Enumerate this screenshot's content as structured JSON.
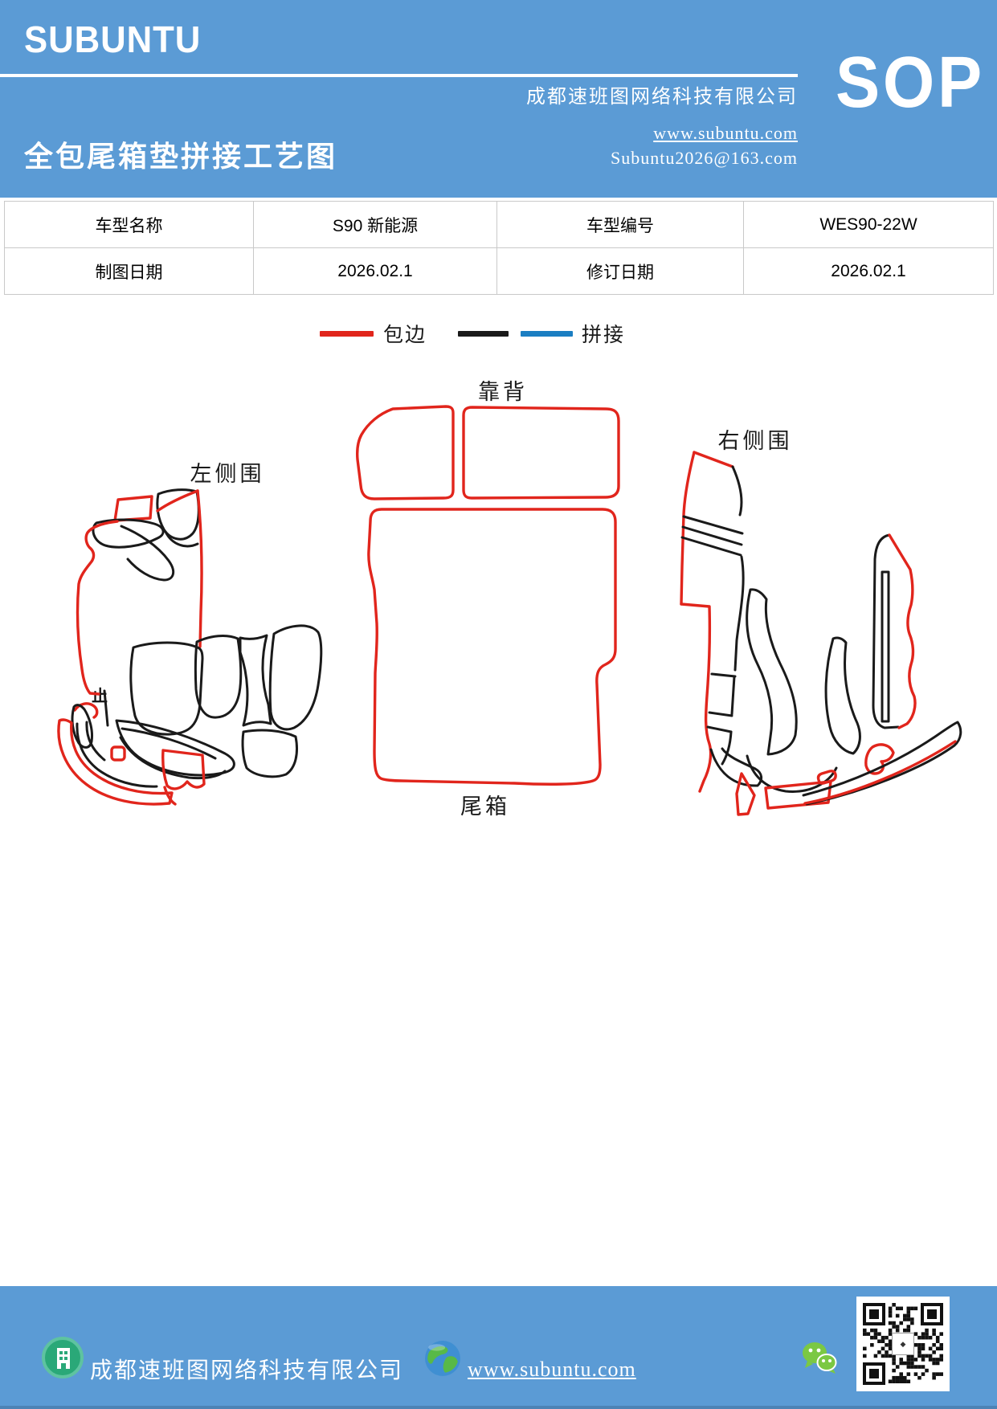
{
  "colors": {
    "header_blue": "#5b9bd5",
    "edge_red": "#e1251c",
    "splice_blue": "#1b7ec2",
    "line_black": "#1a1a1a",
    "table_border": "#c9c9c9",
    "org_green": "#2aa878",
    "wechat_green": "#7bc843",
    "globe_blue": "#3f8fd2",
    "globe_green": "#58b947"
  },
  "header": {
    "logo": "SUBUNTU",
    "title": "全包尾箱垫拼接工艺图",
    "company": "成都速班图网络科技有限公司",
    "website": "www.subuntu.com",
    "email": "Subuntu2026@163.com",
    "sop_badge": "SOP"
  },
  "info_table": {
    "rows": [
      [
        "车型名称",
        "S90 新能源",
        "车型编号",
        "WES90-22W"
      ],
      [
        "制图日期",
        "2026.02.1",
        "修订日期",
        "2026.02.1"
      ]
    ]
  },
  "legend": {
    "binding_label": "包边",
    "splice_label": "拼接"
  },
  "diagram": {
    "labels": {
      "backrest": "靠背",
      "left_side": "左侧围",
      "right_side": "右侧围",
      "trunk": "尾箱",
      "stop_mark": "止"
    }
  },
  "footer": {
    "company": "成都速班图网络科技有限公司",
    "website": "www.subuntu.com"
  }
}
